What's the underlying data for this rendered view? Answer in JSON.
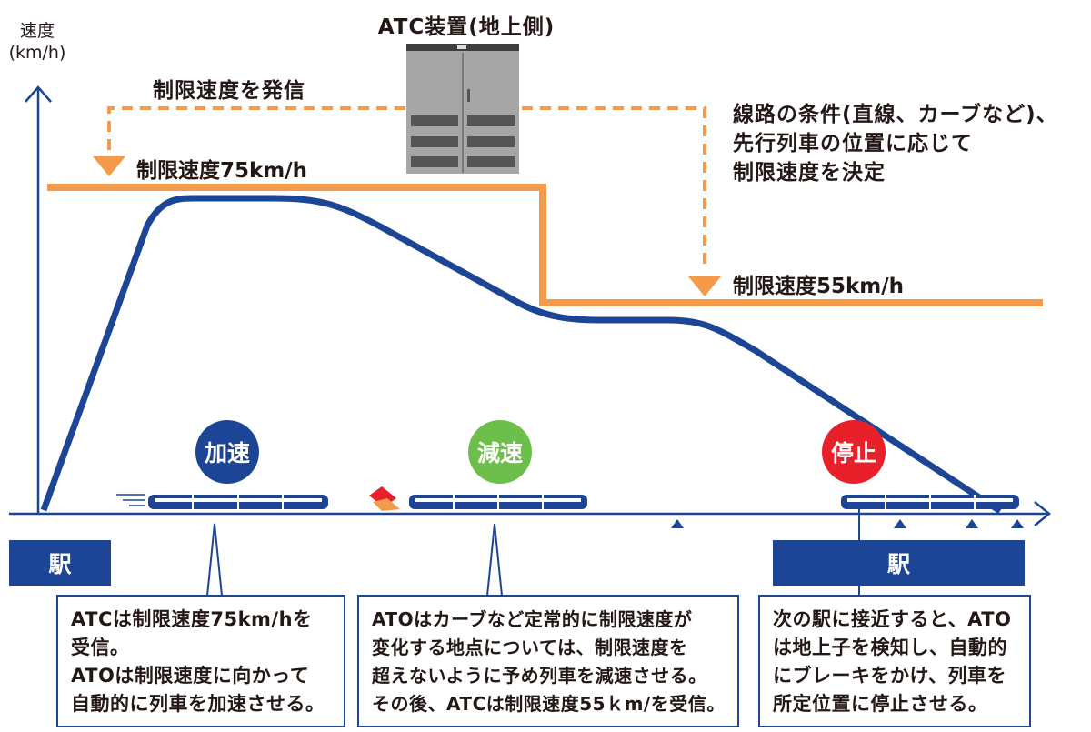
{
  "axis": {
    "y_label_line1": "速度",
    "y_label_line2": "(km/h)"
  },
  "equipment": {
    "title": "ATC装置(地上側)"
  },
  "transmit_label": "制限速度を発信",
  "decision_note": {
    "line1": "線路の条件(直線、カーブなど)、",
    "line2": "先行列車の位置に応じて",
    "line3": "制限速度を決定"
  },
  "limits": {
    "first": "制限速度75km/h",
    "second": "制限速度55km/h"
  },
  "phases": {
    "accel": {
      "label": "加速",
      "color": "#1c4695"
    },
    "decel": {
      "label": "減速",
      "color": "#6cbf4a"
    },
    "stop": {
      "label": "停止",
      "color": "#e8202a"
    }
  },
  "stations": {
    "left": "駅",
    "right": "駅"
  },
  "boxes": {
    "accel": [
      "ATCは制限速度75km/hを",
      "受信。",
      "ATOは制限速度に向かって",
      "自動的に列車を加速させる。"
    ],
    "decel": [
      "ATOはカーブなど定常的に制限速度が",
      "変化する地点については、制限速度を",
      "超えないように予め列車を減速させる。",
      "その後、ATCは制限速度55ｋm/を受信。"
    ],
    "stop": [
      "次の駅に接近すると、ATO",
      "は地上子を検知し、自動的",
      "にブレーキをかけ、列車を",
      "所定位置に停止させる。"
    ]
  },
  "colors": {
    "blue": "#1c4695",
    "orange": "#f39a4b",
    "green": "#6cbf4a",
    "red": "#e8202a"
  }
}
